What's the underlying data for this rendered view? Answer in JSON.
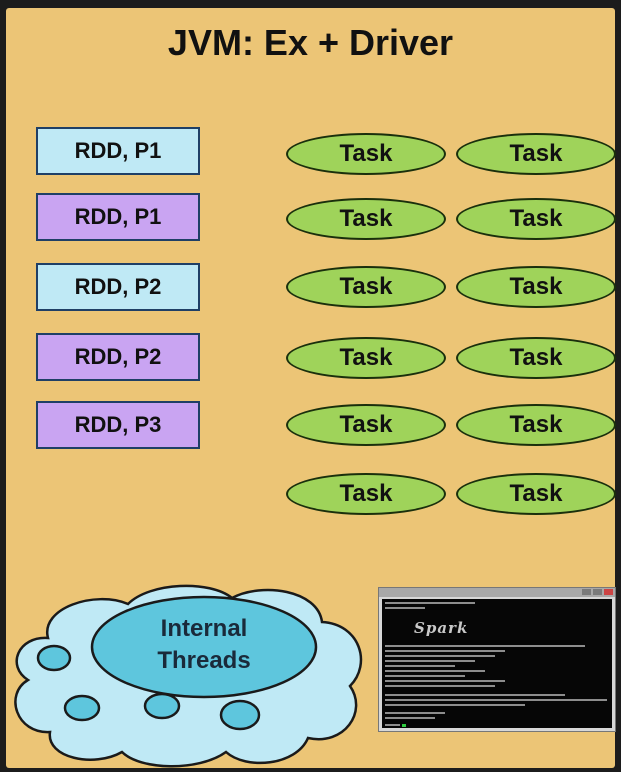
{
  "title": "JVM: Ex + Driver",
  "rdds": [
    {
      "label": "RDD, P1",
      "color": "#bfe9f5"
    },
    {
      "label": "RDD, P1",
      "color": "#c9a4f2"
    },
    {
      "label": "RDD, P2",
      "color": "#bfe9f5"
    },
    {
      "label": "RDD, P2",
      "color": "#c9a4f2"
    },
    {
      "label": "RDD, P3",
      "color": "#c9a4f2"
    }
  ],
  "tasks": [
    {
      "label": "Task"
    },
    {
      "label": "Task"
    },
    {
      "label": "Task"
    },
    {
      "label": "Task"
    },
    {
      "label": "Task"
    },
    {
      "label": "Task"
    },
    {
      "label": "Task"
    },
    {
      "label": "Task"
    },
    {
      "label": "Task"
    },
    {
      "label": "Task"
    },
    {
      "label": "Task"
    },
    {
      "label": "Task"
    }
  ],
  "threads": {
    "line1": "Internal",
    "line2": "Threads"
  },
  "colors": {
    "background": "#ecc576",
    "task": "#9fd35a",
    "cloud": "#bfe9f5",
    "threads_ellipse": "#5ec6dd"
  }
}
